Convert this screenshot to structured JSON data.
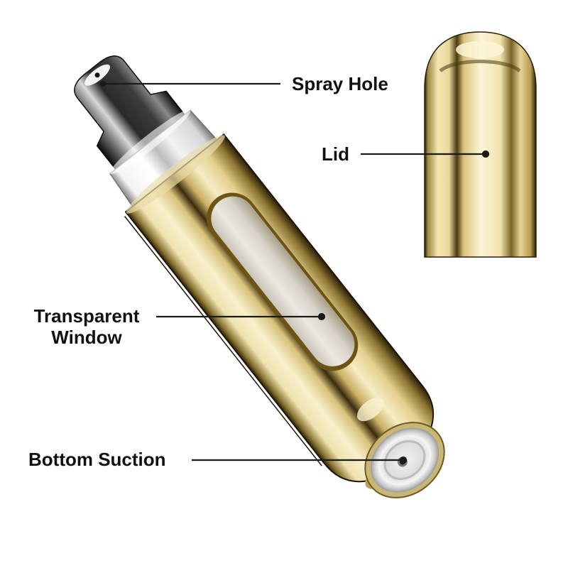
{
  "diagram": {
    "subject": "Refillable perfume atomizer (gold)",
    "callouts": [
      {
        "id": "spray-hole",
        "lines": [
          "Spray Hole"
        ]
      },
      {
        "id": "lid",
        "lines": [
          "Lid"
        ]
      },
      {
        "id": "transparent-window",
        "lines": [
          "Transparent",
          "Window"
        ]
      },
      {
        "id": "bottom-suction",
        "lines": [
          "Bottom Suction"
        ]
      }
    ],
    "colors": {
      "background": "#ffffff",
      "gold_light": "#f6ecc4",
      "gold_mid": "#d9c37c",
      "gold_dark": "#3b2b0e",
      "nozzle_dark": "#1c1c1c",
      "collar_silver": "#e9e9e9",
      "window_glass": "#d9d6cf",
      "leader_line": "#1a1a1a"
    }
  }
}
